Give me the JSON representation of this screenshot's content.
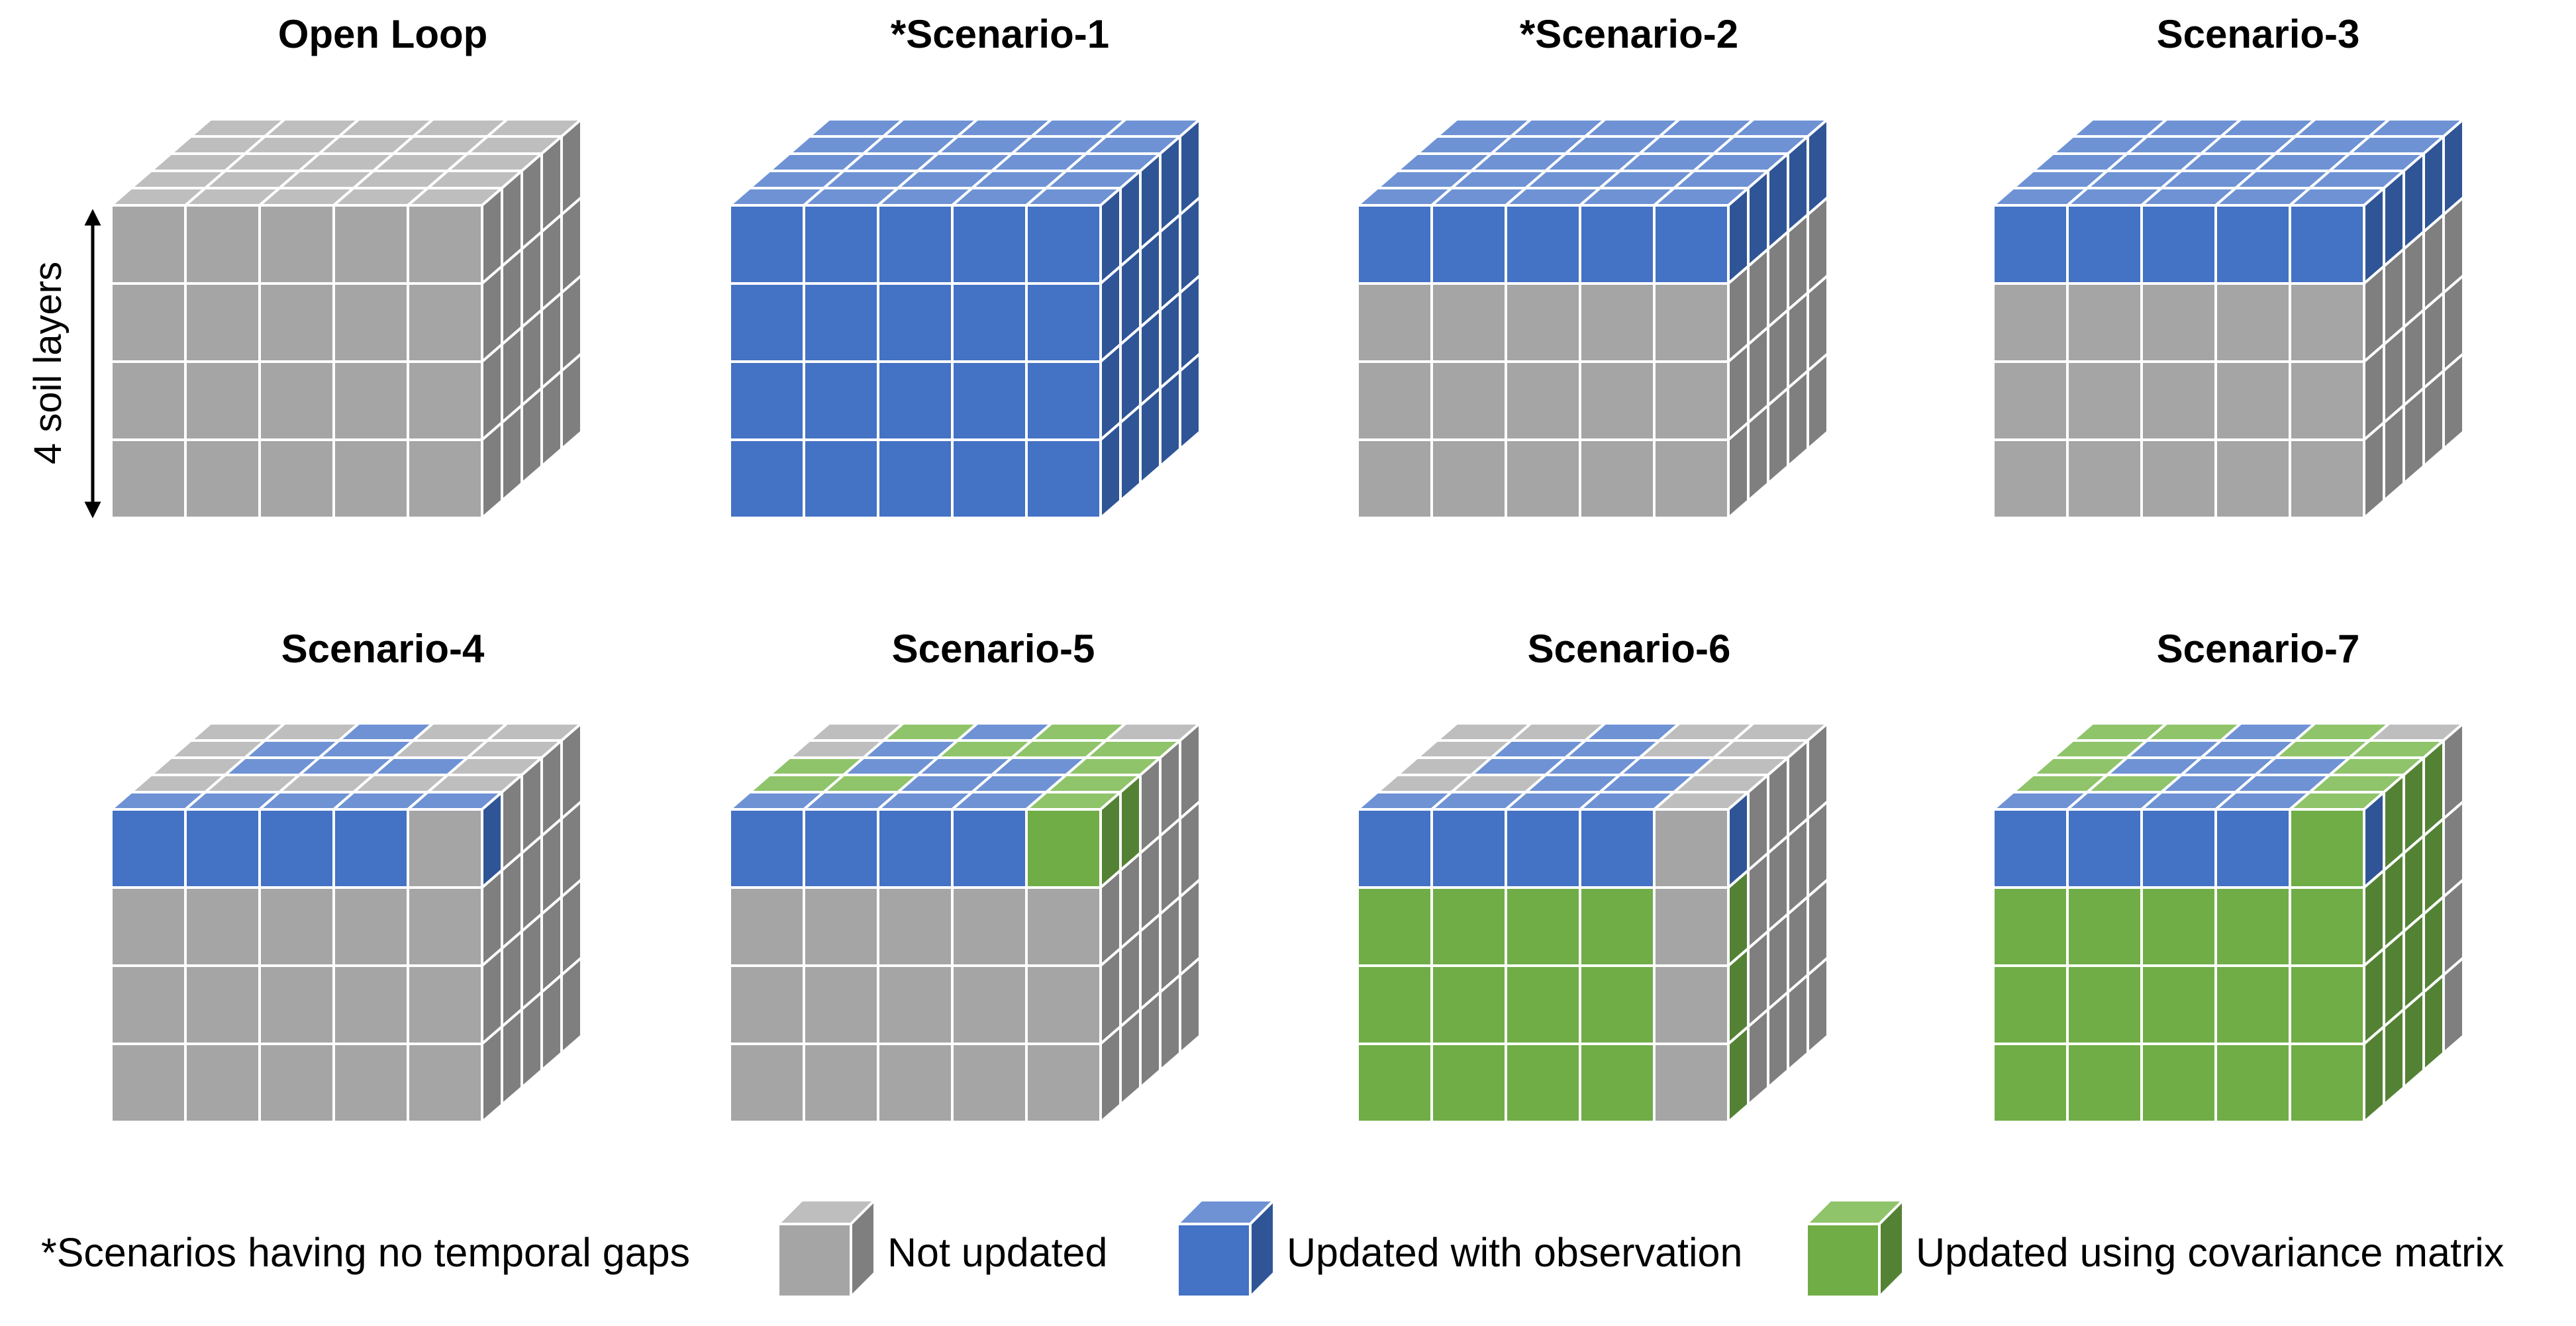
{
  "axis_label": "4 soil layers",
  "colors": {
    "gray": {
      "front": "#a5a5a5",
      "top": "#bebebe",
      "side": "#7f7f7f"
    },
    "blue": {
      "front": "#4472c4",
      "top": "#6e92d4",
      "side": "#2f5597"
    },
    "green": {
      "front": "#70ad47",
      "top": "#8fc46a",
      "side": "#548235"
    }
  },
  "cubes": [
    {
      "title": "Open Loop",
      "front": [
        "GGGGG",
        "GGGGG",
        "GGGGG",
        "GGGGG"
      ],
      "top": [
        "GGGGG",
        "GGGGG",
        "GGGGG",
        "GGGGG",
        "GGGGG"
      ],
      "side": [
        "GGGGG",
        "GGGGG",
        "GGGGG",
        "GGGGG"
      ]
    },
    {
      "title": "*Scenario-1",
      "front": [
        "BBBBB",
        "BBBBB",
        "BBBBB",
        "BBBBB"
      ],
      "top": [
        "BBBBB",
        "BBBBB",
        "BBBBB",
        "BBBBB",
        "BBBBB"
      ],
      "side": [
        "BBBBB",
        "BBBBB",
        "BBBBB",
        "BBBBB"
      ]
    },
    {
      "title": "*Scenario-2",
      "front": [
        "BBBBB",
        "GGGGG",
        "GGGGG",
        "GGGGG"
      ],
      "top": [
        "BBBBB",
        "BBBBB",
        "BBBBB",
        "BBBBB",
        "BBBBB"
      ],
      "side": [
        "BBBBB",
        "GGGGG",
        "GGGGG",
        "GGGGG"
      ]
    },
    {
      "title": "Scenario-3",
      "front": [
        "BBBBB",
        "GGGGG",
        "GGGGG",
        "GGGGG"
      ],
      "top": [
        "BBBBB",
        "BBBBB",
        "BBBBB",
        "BBBBB",
        "BBBBB"
      ],
      "side": [
        "BBBBB",
        "GGGGG",
        "GGGGG",
        "GGGGG"
      ]
    },
    {
      "title": "Scenario-4",
      "front": [
        "BBBBG",
        "GGGGG",
        "GGGGG",
        "GGGGG"
      ],
      "top": [
        "GGBGG",
        "GBBGG",
        "GBBBG",
        "GGGGG",
        "BBBBB"
      ],
      "side": [
        "BGGGG",
        "GGGGG",
        "GGGGG",
        "GGGGG"
      ]
    },
    {
      "title": "Scenario-5",
      "front": [
        "BBBBN",
        "GGGGG",
        "GGGGG",
        "GGGGG"
      ],
      "top": [
        "GNBNG",
        "GBNNN",
        "NBBBN",
        "NNBBN",
        "BBBBN"
      ],
      "side": [
        "NNGGG",
        "GGGGG",
        "GGGGG",
        "GGGGG"
      ]
    },
    {
      "title": "Scenario-6",
      "front": [
        "BBBBG",
        "NNNNG",
        "NNNNG",
        "NNNNG"
      ],
      "top": [
        "GGBGG",
        "GBBGG",
        "GBBBG",
        "GGBBG",
        "BBBBG"
      ],
      "side": [
        "BGGGG",
        "NGGGG",
        "NGGGG",
        "NGGGG"
      ]
    },
    {
      "title": "Scenario-7",
      "front": [
        "BBBBN",
        "NNNNN",
        "NNNNN",
        "NNNNN"
      ],
      "top": [
        "NNBNG",
        "NBBNN",
        "NBBBN",
        "NNBBN",
        "BBBBN"
      ],
      "side": [
        "BNNNG",
        "NNNNG",
        "NNNNG",
        "NNNNG"
      ]
    }
  ],
  "legend": {
    "note": "*Scenarios having no temporal gaps",
    "items": [
      {
        "label": "Not updated",
        "color": "gray"
      },
      {
        "label": "Updated with observation",
        "color": "blue"
      },
      {
        "label": "Updated using covariance matrix",
        "color": "green"
      }
    ]
  }
}
